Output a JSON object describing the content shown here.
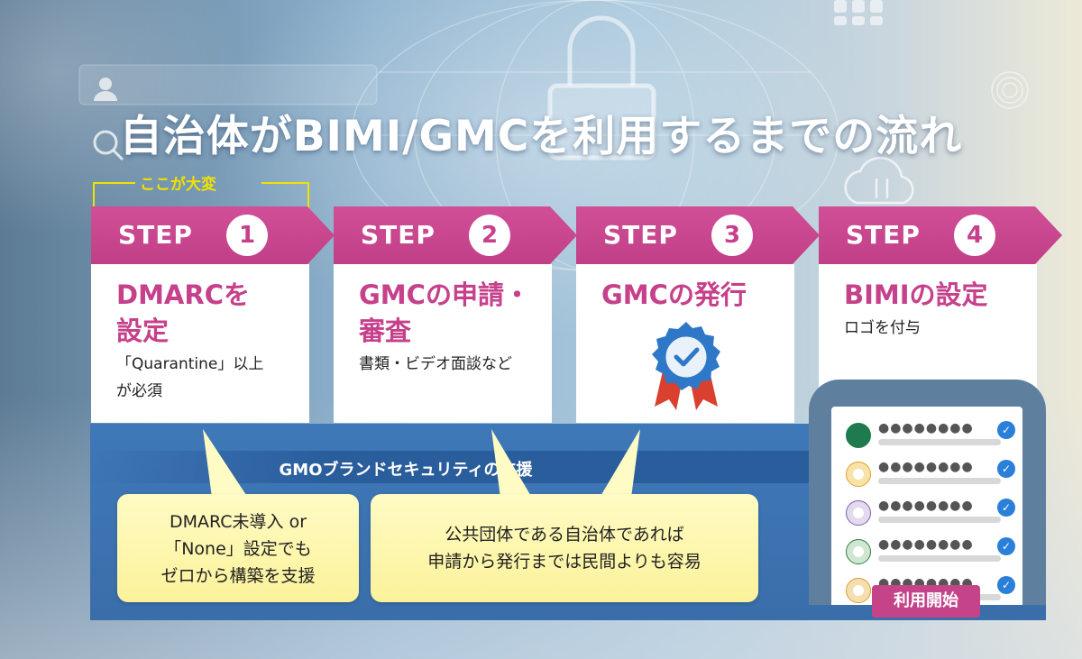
{
  "title": "自治体がBIMI/GMCを利用するまでの流れ",
  "highlight_label": "ここが大変",
  "steps": [
    {
      "word": "STEP",
      "number": "1",
      "title_lines": [
        "DMARCを",
        "設定"
      ],
      "desc_lines": [
        "「Quarantine」以上",
        "が必須"
      ]
    },
    {
      "word": "STEP",
      "number": "2",
      "title_lines": [
        "GMCの申請・",
        "審査"
      ],
      "desc_lines": [
        "書類・ビデオ面談など"
      ]
    },
    {
      "word": "STEP",
      "number": "3",
      "title_lines": [
        "GMCの発行"
      ],
      "desc_lines": []
    },
    {
      "word": "STEP",
      "number": "4",
      "title_lines": [
        "BIMIの設定"
      ],
      "desc_lines": [
        "ロゴを付与"
      ]
    }
  ],
  "support": {
    "title": "GMOブランドセキュリティの支援",
    "bubbles": [
      {
        "lines": [
          "DMARC未導入 or",
          "「None」設定でも",
          "ゼロから構築を支援"
        ]
      },
      {
        "lines": [
          "公共団体である自治体であれば",
          "申請から発行までは民間よりも容易"
        ]
      }
    ]
  },
  "phone": {
    "rows": [
      {
        "dots": "●●●●●●●●",
        "icon_color": "#1f7a4f"
      },
      {
        "dots": "●●●●●●●●",
        "icon_color": "#d9a227"
      },
      {
        "dots": "●●●●●●●●",
        "icon_color": "#7a5ca8"
      },
      {
        "dots": "●●●●●●●●",
        "icon_color": "#2f7a3a"
      },
      {
        "dots": "●●●●●●●●",
        "icon_color": "#d99a2a"
      }
    ],
    "check_glyph": "✓",
    "start_label": "利用開始"
  },
  "colors": {
    "accent_pink": "#c6408b",
    "panel_blue": "#3f78b8",
    "bubble_yellow": "#fbf29a",
    "highlight_yellow": "#f2e200"
  },
  "icons": [
    "lock-icon",
    "user-icon",
    "search-icon",
    "cloud-sync-icon",
    "fingerprint-icon",
    "certified-badge-icon",
    "check-icon"
  ]
}
